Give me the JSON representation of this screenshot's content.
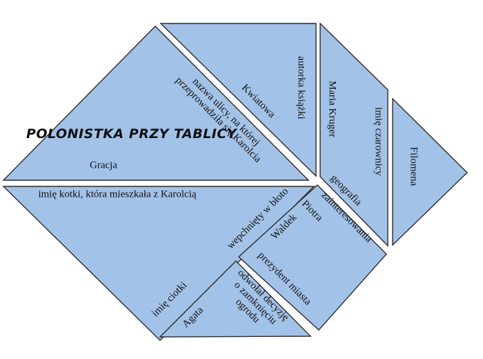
{
  "title": "POLONISTKA PRZY TABLICY",
  "pieces": [
    {
      "name": "big-left-top-triangle"
    },
    {
      "name": "top-middle-triangle"
    },
    {
      "name": "top-right-parallelogram"
    },
    {
      "name": "right-small-triangle"
    },
    {
      "name": "big-bottom-triangle"
    },
    {
      "name": "center-square"
    },
    {
      "name": "bottom-trapezoid"
    }
  ],
  "labels": {
    "gracja": "Gracja",
    "ulica": "nazwa ulicy, na której\nprzeprowadziła się Karolcia",
    "kwiatowa": "Kwiatowa",
    "autorka": "autorka książki",
    "maria_kruger": "Maria Kruger",
    "imie_czarownicy": "imię czarownicy",
    "filomena": "Filomena",
    "geografia": "geografia",
    "zainteresowania": "zainteresowania",
    "piotra": "Piotra",
    "waldek": "Waldek",
    "imie_kotki": "imię kotki, która mieszkała z Karolcią",
    "wepchniety": "wepchnięty w błoto",
    "imie_ciotki": "imię ciotki",
    "prezydent": "prezydent miasta",
    "odwolal": "odwołał decyzję\no zamknięciu\nogrodu",
    "agata": "Agata"
  },
  "colors": {
    "piece_fill": "#a3c2e8",
    "piece_stroke": "#2a2a2a"
  }
}
